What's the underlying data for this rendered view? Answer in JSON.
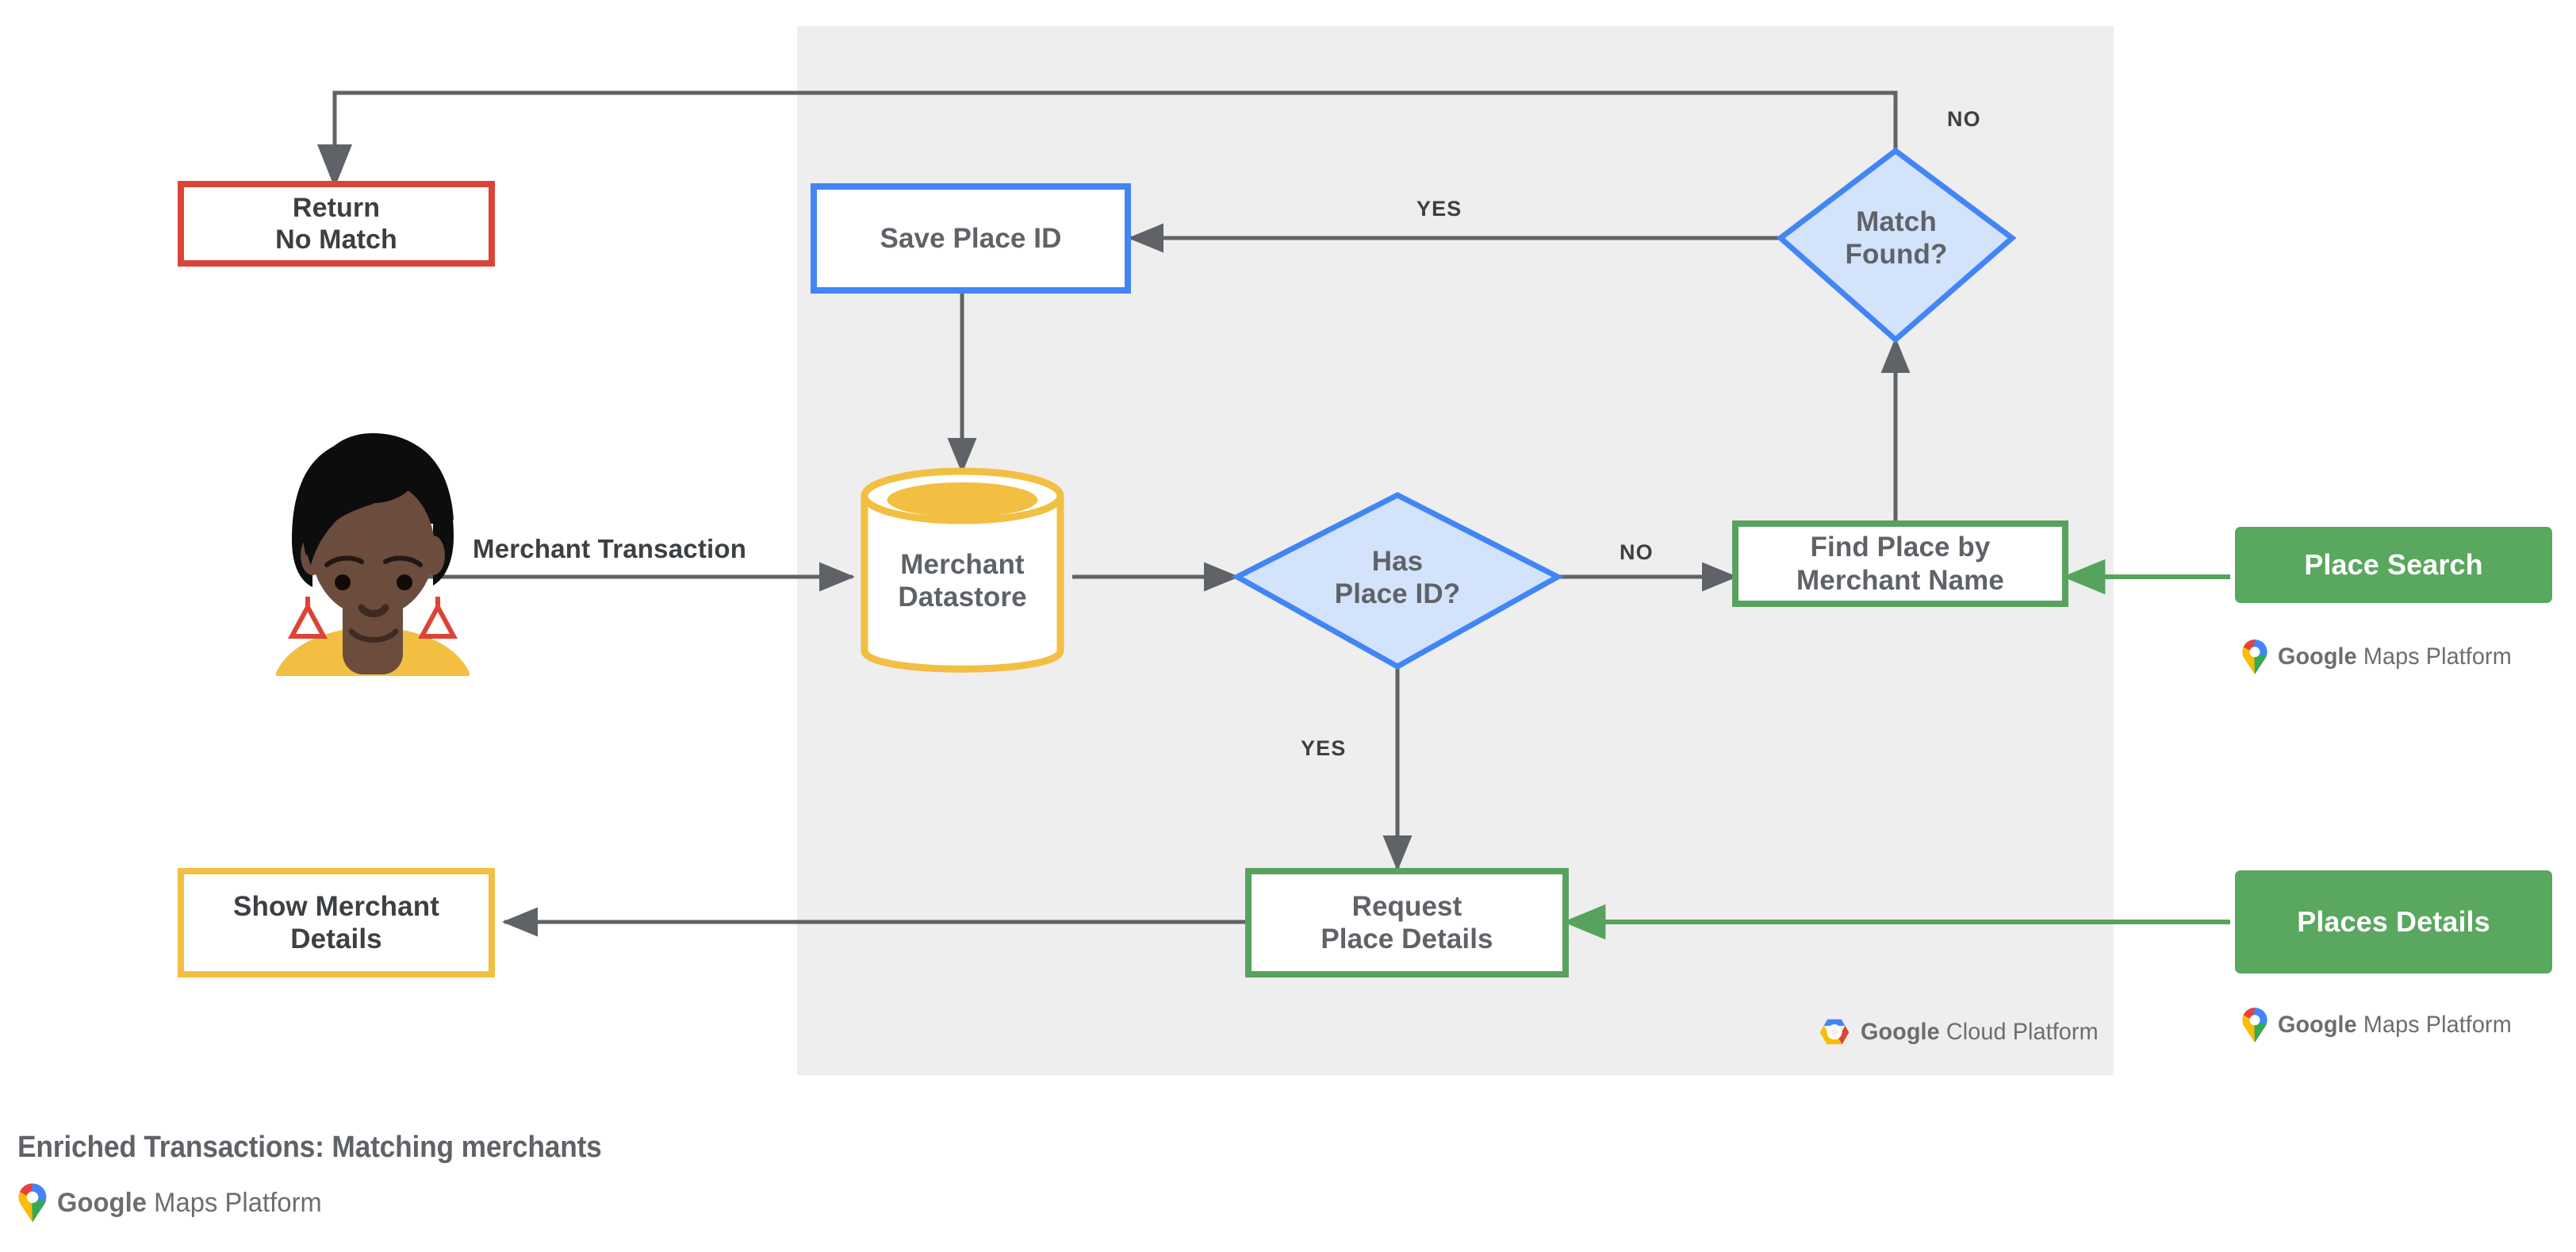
{
  "diagram": {
    "title": "Enriched Transactions: Matching merchants",
    "panel_label": "Google Cloud Platform",
    "colors": {
      "panel_bg": "#eeeeee",
      "page_bg": "#ffffff",
      "red": "#db4437",
      "blue": "#4285f4",
      "blue_fill": "#d4e3fc",
      "yellow": "#f2bf42",
      "green": "#57a35d",
      "green_fill": "#5aa75f",
      "arrow": "#5f6368",
      "text": "#5f6368",
      "text_dark": "#3c4043"
    },
    "nodes": [
      {
        "id": "return-no-match",
        "label_line1": "Return",
        "label_line2": "No Match",
        "shape": "rect",
        "style": "red-outline"
      },
      {
        "id": "save-place-id",
        "label_line1": "Save Place ID",
        "label_line2": "",
        "shape": "rect",
        "style": "blue-outline"
      },
      {
        "id": "match-found",
        "label_line1": "Match",
        "label_line2": "Found?",
        "shape": "diamond",
        "style": "blue-fill"
      },
      {
        "id": "merchant-datastore",
        "label_line1": "Merchant",
        "label_line2": "Datastore",
        "shape": "cylinder",
        "style": "yellow-outline"
      },
      {
        "id": "has-place-id",
        "label_line1": "Has",
        "label_line2": "Place ID?",
        "shape": "diamond",
        "style": "blue-fill"
      },
      {
        "id": "find-place-by-name",
        "label_line1": "Find Place by",
        "label_line2": "Merchant Name",
        "shape": "rect",
        "style": "green-outline"
      },
      {
        "id": "place-search",
        "label_line1": "Place Search",
        "label_line2": "",
        "shape": "rect",
        "style": "green-filled"
      },
      {
        "id": "show-merchant-details",
        "label_line1": "Show Merchant",
        "label_line2": "Details",
        "shape": "rect",
        "style": "yellow-outline"
      },
      {
        "id": "request-place-details",
        "label_line1": "Request",
        "label_line2": "Place Details",
        "shape": "rect",
        "style": "green-outline"
      },
      {
        "id": "places-details",
        "label_line1": "Places Details",
        "label_line2": "",
        "shape": "rect",
        "style": "green-filled"
      },
      {
        "id": "user-avatar",
        "label_line1": "",
        "label_line2": "",
        "shape": "avatar",
        "style": "illustration"
      }
    ],
    "edge_labels": {
      "merchant_transaction": "Merchant Transaction",
      "yes_match_found": "YES",
      "no_match_found": "NO",
      "yes_has_place_id": "YES",
      "no_has_place_id": "NO"
    },
    "logos": {
      "maps_platform_word_bold": "Google",
      "maps_platform_word_rest": " Maps Platform",
      "cloud_platform_word_bold": "Google",
      "cloud_platform_word_rest": " Cloud Platform"
    }
  }
}
